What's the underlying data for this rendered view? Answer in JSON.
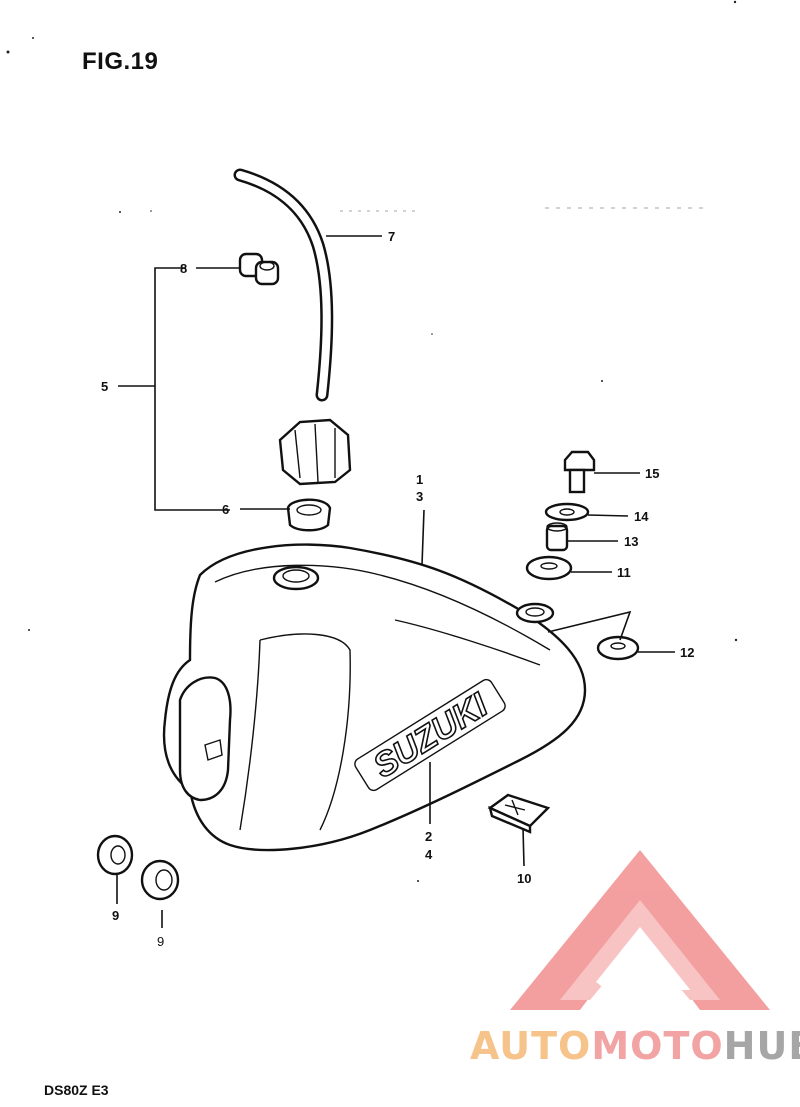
{
  "figure": {
    "title": "FIG.19"
  },
  "model": {
    "code": "DS80Z  E3"
  },
  "tank_badge": {
    "text": "SUZUKI"
  },
  "watermark": {
    "part_a": "AUTO",
    "part_b": "MOTO",
    "part_c": "HUB"
  },
  "callouts": {
    "c1": "1",
    "c2": "2",
    "c3": "3",
    "c4": "4",
    "c5": "5",
    "c6": "6",
    "c7": "7",
    "c8": "8",
    "c9": "9",
    "c9b": "9",
    "c10": "10",
    "c11": "11",
    "c12": "12",
    "c13": "13",
    "c14": "14",
    "c15": "15"
  },
  "colors": {
    "ink": "#111111",
    "watermark_red": "#f08080",
    "watermark_orange": "#f6c38a",
    "watermark_grey": "#a6a6a6"
  }
}
